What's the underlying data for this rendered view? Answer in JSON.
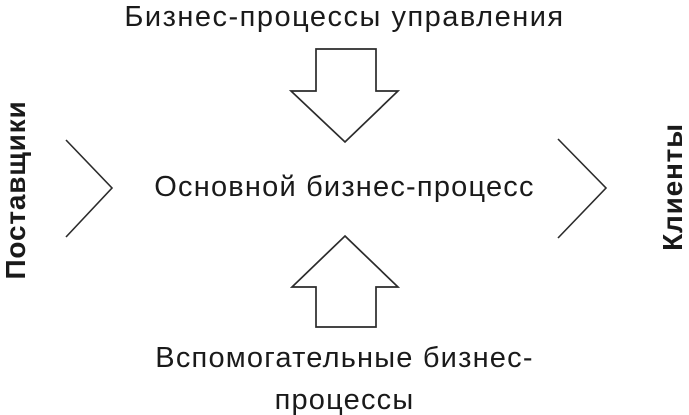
{
  "diagram": {
    "title_top": "Бизнес-процессы управления",
    "center_label": "Основной бизнес-процесс",
    "bottom_label_line1": "Вспомогательные бизнес-",
    "bottom_label_line2": "процессы",
    "left_label": "Поставщики",
    "right_label": "Клиенты",
    "icons": {
      "top_arrow": "down-block-arrow",
      "bottom_arrow": "up-block-arrow",
      "left_chevron": "right-chevron",
      "right_chevron": "right-chevron"
    },
    "colors": {
      "background": "#ffffff",
      "text": "#1a1a1a",
      "line": "#2b2b2b",
      "arrow_fill": "#ffffff"
    }
  }
}
